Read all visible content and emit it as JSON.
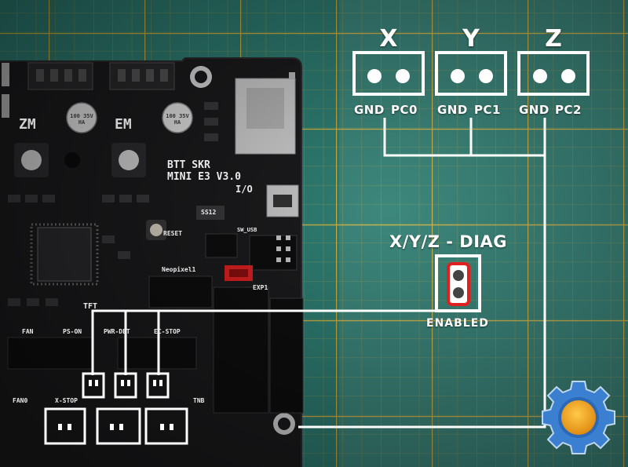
{
  "axes": {
    "x": {
      "name": "X",
      "gnd": "GND",
      "signal": "PC0"
    },
    "y": {
      "name": "Y",
      "gnd": "GND",
      "signal": "PC1"
    },
    "z": {
      "name": "Z",
      "gnd": "GND",
      "signal": "PC2"
    }
  },
  "jumper_block": {
    "title": "X/Y/Z - DIAG",
    "state": "ENABLED"
  },
  "board": {
    "model_line1": "BTT SKR",
    "model_line2": "MINI E3 V3.0",
    "silkscreen": {
      "reset": "RESET",
      "neopixel": "Neopixel1",
      "sw_usb": "SW_USB",
      "io": "I/O",
      "exp1": "EXP1",
      "tft": "TFT",
      "ps_on": "PS-ON",
      "pwr_det": "PWR-DET",
      "ec_stop": "EC-STOP",
      "x_stop": "X-STOP",
      "tnb": "TNB",
      "fan": "FAN",
      "fan0": "FAN0",
      "zm": "ZM",
      "em": "EM",
      "ss12": "SS12",
      "cap_left": "100 35V HA",
      "cap_right": "100 35V HA"
    }
  },
  "colors": {
    "background": "#2f7f74",
    "grid_line": "#d9b43c",
    "annotation": "#ffffff",
    "board": "#1b1b1d",
    "jumper": "#e02020",
    "logo_gear": "#3b7fd0",
    "logo_center": "#f2a51f"
  },
  "icons": {
    "logo": "gear-icon"
  }
}
